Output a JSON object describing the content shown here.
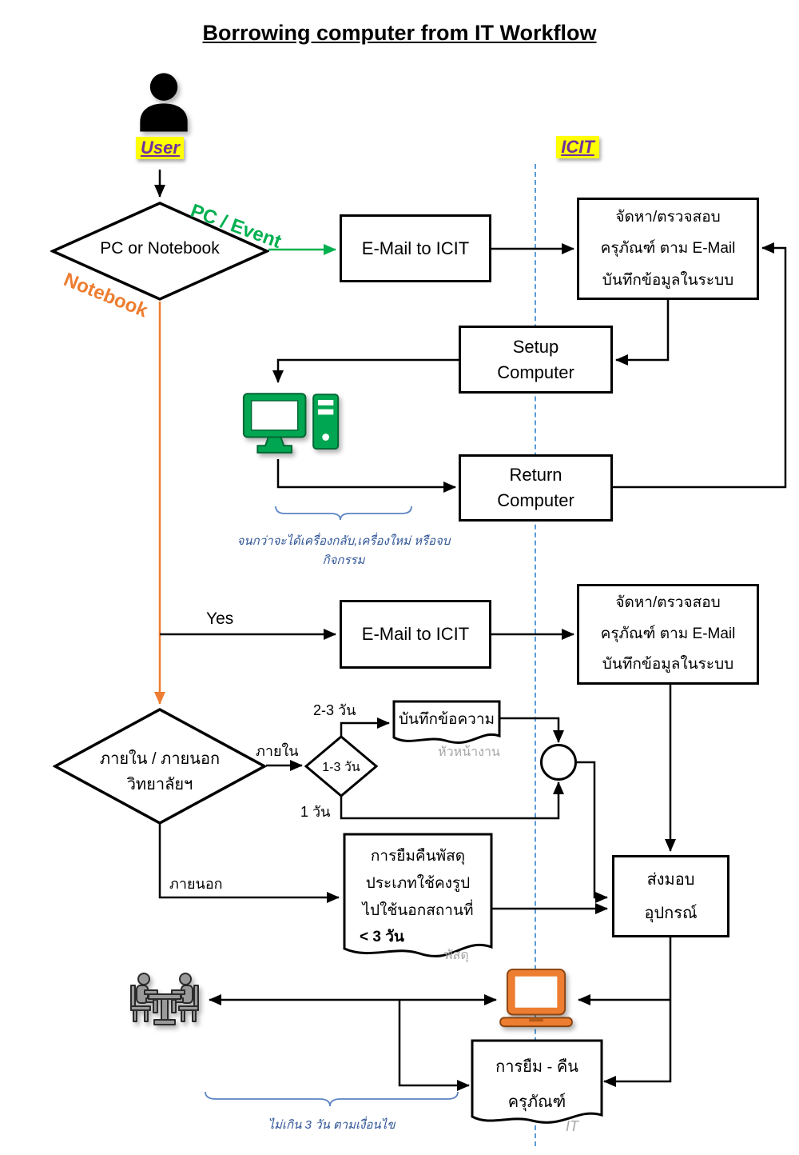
{
  "title": "Borrowing computer from IT Workflow",
  "lanes": {
    "user_label": "User",
    "icit_label": "ICIT"
  },
  "decision_pc_or_notebook": {
    "label": "PC or Notebook",
    "branch_pc": "PC / Event",
    "branch_notebook": "Notebook"
  },
  "email_icit_1": {
    "label": "E-Mail to ICIT"
  },
  "procure_1": {
    "line1": "จัดหา/ตรวจสอบ",
    "line2": "ครุภัณฑ์ ตาม E-Mail",
    "line3": "บันทึกข้อมูลในระบบ"
  },
  "setup_computer": {
    "line1": "Setup",
    "line2": "Computer"
  },
  "return_computer": {
    "line1": "Return",
    "line2": "Computer"
  },
  "note_until_return": "จนกว่าจะได้เครื่องกลับ,เครื่องใหม่ หรือจบกิจกรรม",
  "branch_yes": "Yes",
  "email_icit_2": {
    "label": "E-Mail to ICIT"
  },
  "procure_2": {
    "line1": "จัดหา/ตรวจสอบ",
    "line2": "ครุภัณฑ์ ตาม E-Mail",
    "line3": "บันทึกข้อมูลในระบบ"
  },
  "decision_internal_external": {
    "line1": "ภายใน / ภายนอก",
    "line2": "วิทยาลัยฯ",
    "branch_internal": "ภายใน",
    "branch_external": "ภายนอก"
  },
  "decision_days": {
    "label": "1-3 วัน",
    "branch_2_3_days": "2-3 วัน",
    "branch_1_day": "1 วัน"
  },
  "doc_memo": {
    "label": "บันทึกข้อความ",
    "owner": "หัวหน้างาน"
  },
  "doc_external_loan": {
    "line1": "การยืมคืนพัสดุ",
    "line2": "ประเภทใช้คงรูป",
    "line3": "ไปใช้นอกสถานที่",
    "line4": "< 3 วัน",
    "owner": "พัสดุ"
  },
  "deliver_equipment": {
    "line1": "ส่งมอบ",
    "line2": "อุปกรณ์"
  },
  "doc_borrow_return": {
    "line1": "การยืม - คืน",
    "line2": "ครุภัณฑ์",
    "owner": "IT"
  },
  "note_max_3_days": "ไม่เกิน 3 วัน ตามเงื่อนไข",
  "icons": {
    "user": "user-silhouette",
    "desktop_computer": "desktop-computer",
    "laptop": "laptop",
    "meeting": "two-people-at-table"
  },
  "colors": {
    "branch_green": "#00B050",
    "branch_orange": "#ED7D31",
    "tag_purple": "#7030A0",
    "tag_highlight": "#FFFF00",
    "note_blue": "#2F5496",
    "lane_dash_blue": "#5B9BD5",
    "caption_gray": "#A6A6A6",
    "computer_green": "#00A651",
    "laptop_orange": "#ED7D31"
  }
}
